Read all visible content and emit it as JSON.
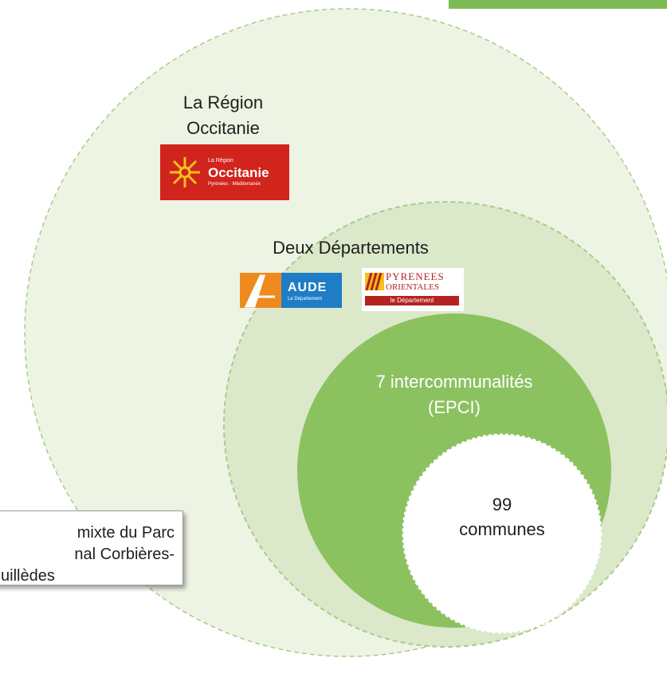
{
  "colors": {
    "outer_fill": "#eef4e3",
    "middle_fill": "#dbe8c9",
    "inner_fill": "#8cc160",
    "dash_stroke": "#a9cc8a",
    "corner_tab": "#7dbb55",
    "region_logo_bg": "#d1241d",
    "aude_logo_bg": "#1f7dc6",
    "aude_logo_accent": "#ee8a1f",
    "po_logo_red": "#b52222",
    "po_logo_yellow": "#f3c11b"
  },
  "labels": {
    "region": [
      "La Région",
      "Occitanie"
    ],
    "departements": "Deux Départements",
    "epci": [
      "7 intercommunalités",
      "(EPCI)"
    ],
    "communes": [
      "99",
      "communes"
    ]
  },
  "logos": {
    "region": {
      "small": "La Région",
      "name": "Occitanie",
      "sub": "Pyrénées · Méditerranée"
    },
    "aude": {
      "name": "AUDE",
      "sub": "Le Département"
    },
    "po": {
      "line1": "PYRENEES",
      "line2": "ORIENTALES",
      "line3": "le Département"
    }
  },
  "note": {
    "lines": [
      "mixte du Parc",
      "nal Corbières-",
      "uillèdes"
    ]
  }
}
